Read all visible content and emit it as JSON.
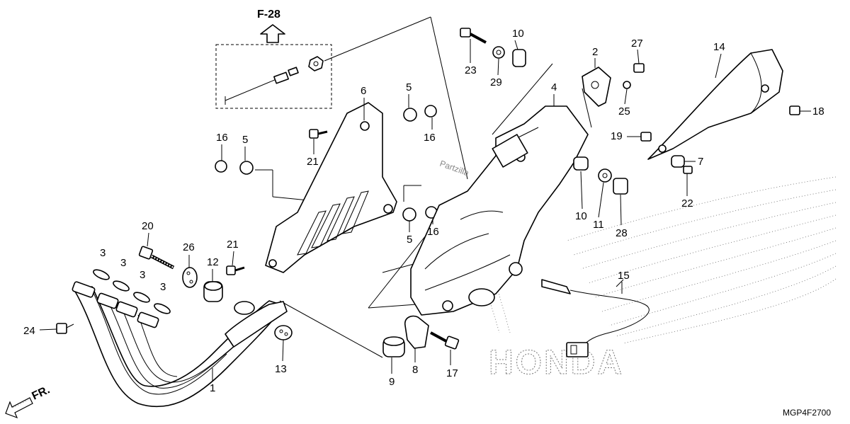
{
  "diagram": {
    "reference": "F-28",
    "fr_label": "FR.",
    "diagram_code": "MGP4F2700",
    "watermark": "Partzilla",
    "brand_watermark": "HONDA",
    "callouts": [
      {
        "id": "c1",
        "text": "1"
      },
      {
        "id": "c2",
        "text": "2"
      },
      {
        "id": "c3a",
        "text": "3"
      },
      {
        "id": "c3b",
        "text": "3"
      },
      {
        "id": "c3c",
        "text": "3"
      },
      {
        "id": "c3d",
        "text": "3"
      },
      {
        "id": "c4",
        "text": "4"
      },
      {
        "id": "c5a",
        "text": "5"
      },
      {
        "id": "c5b",
        "text": "5"
      },
      {
        "id": "c5c",
        "text": "5"
      },
      {
        "id": "c6",
        "text": "6"
      },
      {
        "id": "c7",
        "text": "7"
      },
      {
        "id": "c8",
        "text": "8"
      },
      {
        "id": "c9",
        "text": "9"
      },
      {
        "id": "c10a",
        "text": "10"
      },
      {
        "id": "c10b",
        "text": "10"
      },
      {
        "id": "c11",
        "text": "11"
      },
      {
        "id": "c12",
        "text": "12"
      },
      {
        "id": "c13",
        "text": "13"
      },
      {
        "id": "c14",
        "text": "14"
      },
      {
        "id": "c15",
        "text": "15"
      },
      {
        "id": "c16a",
        "text": "16"
      },
      {
        "id": "c16b",
        "text": "16"
      },
      {
        "id": "c16c",
        "text": "16"
      },
      {
        "id": "c17",
        "text": "17"
      },
      {
        "id": "c18",
        "text": "18"
      },
      {
        "id": "c19",
        "text": "19"
      },
      {
        "id": "c20",
        "text": "20"
      },
      {
        "id": "c21a",
        "text": "21"
      },
      {
        "id": "c21b",
        "text": "21"
      },
      {
        "id": "c22",
        "text": "22"
      },
      {
        "id": "c23",
        "text": "23"
      },
      {
        "id": "c24",
        "text": "24"
      },
      {
        "id": "c25",
        "text": "25"
      },
      {
        "id": "c26",
        "text": "26"
      },
      {
        "id": "c27",
        "text": "27"
      },
      {
        "id": "c28",
        "text": "28"
      },
      {
        "id": "c29",
        "text": "29"
      }
    ]
  }
}
